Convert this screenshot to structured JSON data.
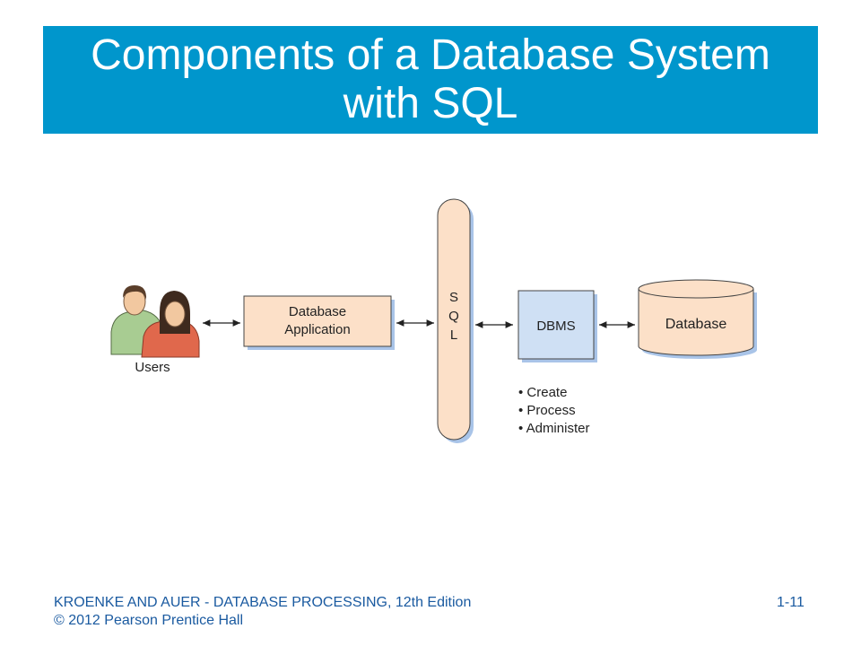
{
  "slide": {
    "title": "Components of a Database System with SQL"
  },
  "diagram": {
    "users_label": "Users",
    "app_label_line1": "Database",
    "app_label_line2": "Application",
    "sql_letters": [
      "S",
      "Q",
      "L"
    ],
    "dbms_label": "DBMS",
    "database_label": "Database",
    "dbms_functions": [
      "• Create",
      "• Process",
      "• Administer"
    ]
  },
  "footer": {
    "line1": "KROENKE AND AUER - DATABASE PROCESSING, 12th Edition",
    "line2": "© 2012 Pearson Prentice Hall",
    "slide_number": "1-11"
  },
  "colors": {
    "title_bg": "#0096cc",
    "box_fill": "#fce0c8",
    "dbms_fill": "#cfe0f4",
    "shadow": "#a9c4e8",
    "footer_text": "#1a5aa0"
  }
}
